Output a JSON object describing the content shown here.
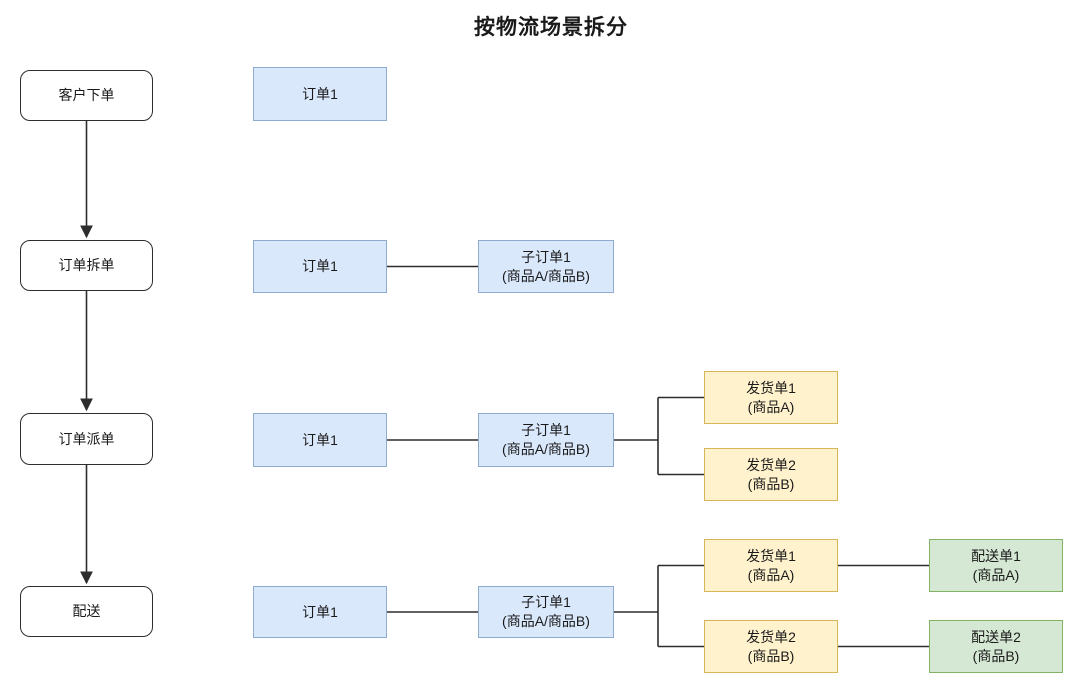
{
  "title": "按物流场景拆分",
  "colors": {
    "stroke": "#2d2d2d",
    "text": "#1a1a1a",
    "stage_fill": "#ffffff",
    "blue_fill": "#dae8fc",
    "blue_border": "#8fabd0",
    "yellow_fill": "#fff2cc",
    "yellow_border": "#d6b656",
    "green_fill": "#d5e8d4",
    "green_border": "#82b366"
  },
  "stages": [
    {
      "label": "客户下单"
    },
    {
      "label": "订单拆单"
    },
    {
      "label": "订单派单"
    },
    {
      "label": "配送"
    }
  ],
  "rows": [
    {
      "order": {
        "title": "订单1"
      }
    },
    {
      "order": {
        "title": "订单1"
      },
      "sub_order": {
        "title": "子订单1",
        "subtitle": "(商品A/商品B)"
      }
    },
    {
      "order": {
        "title": "订单1"
      },
      "sub_order": {
        "title": "子订单1",
        "subtitle": "(商品A/商品B)"
      },
      "shipments": [
        {
          "title": "发货单1",
          "subtitle": "(商品A)"
        },
        {
          "title": "发货单2",
          "subtitle": "(商品B)"
        }
      ]
    },
    {
      "order": {
        "title": "订单1"
      },
      "sub_order": {
        "title": "子订单1",
        "subtitle": "(商品A/商品B)"
      },
      "shipments": [
        {
          "title": "发货单1",
          "subtitle": "(商品A)"
        },
        {
          "title": "发货单2",
          "subtitle": "(商品B)"
        }
      ],
      "deliveries": [
        {
          "title": "配送单1",
          "subtitle": "(商品A)"
        },
        {
          "title": "配送单2",
          "subtitle": "(商品B)"
        }
      ]
    }
  ]
}
